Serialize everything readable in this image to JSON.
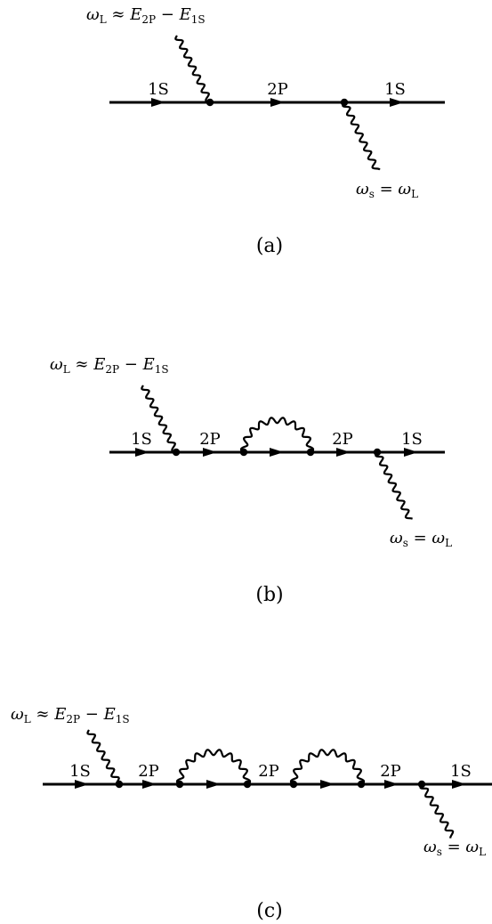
{
  "colors": {
    "ink": "#000000",
    "background": "#ffffff"
  },
  "panels": [
    {
      "caption": "(a)",
      "laser": {
        "omega": "ω",
        "omega_sub": "L",
        "approx": " ≈ ",
        "E1": "E",
        "E1_sub": "2P",
        "minus": " − ",
        "E2": "E",
        "E2_sub": "1S"
      },
      "segment_labels": [
        "1S",
        "2P",
        "1S"
      ],
      "scattered": {
        "omega": "ω",
        "omega_sub": "s",
        "eq": " = ",
        "omega2": "ω",
        "omega2_sub": "L"
      }
    },
    {
      "caption": "(b)",
      "laser": {
        "omega": "ω",
        "omega_sub": "L",
        "approx": " ≈ ",
        "E1": "E",
        "E1_sub": "2P",
        "minus": " − ",
        "E2": "E",
        "E2_sub": "1S"
      },
      "segment_labels": [
        "1S",
        "2P",
        "2P",
        "1S"
      ],
      "scattered": {
        "omega": "ω",
        "omega_sub": "s",
        "eq": " = ",
        "omega2": "ω",
        "omega2_sub": "L"
      }
    },
    {
      "caption": "(c)",
      "laser": {
        "omega": "ω",
        "omega_sub": "L",
        "approx": " ≈ ",
        "E1": "E",
        "E1_sub": "2P",
        "minus": " − ",
        "E2": "E",
        "E2_sub": "1S"
      },
      "segment_labels": [
        "1S",
        "2P",
        "2P",
        "2P",
        "1S"
      ],
      "scattered": {
        "omega": "ω",
        "omega_sub": "s",
        "eq": " = ",
        "omega2": "ω",
        "omega2_sub": "L"
      }
    }
  ]
}
